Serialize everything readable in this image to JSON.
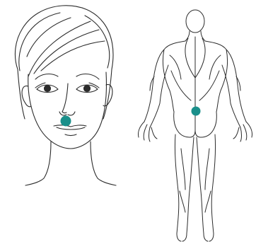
{
  "colors": {
    "outline": "#2b2b2b",
    "marker": "#1a8f8a",
    "background": "#ffffff"
  },
  "panels": [
    {
      "name": "face-front",
      "marker": "upper-lip-point"
    },
    {
      "name": "body-back",
      "marker": "lower-back-point"
    }
  ],
  "icons": [
    "face-illustration",
    "back-body-illustration",
    "acupoint-marker"
  ]
}
